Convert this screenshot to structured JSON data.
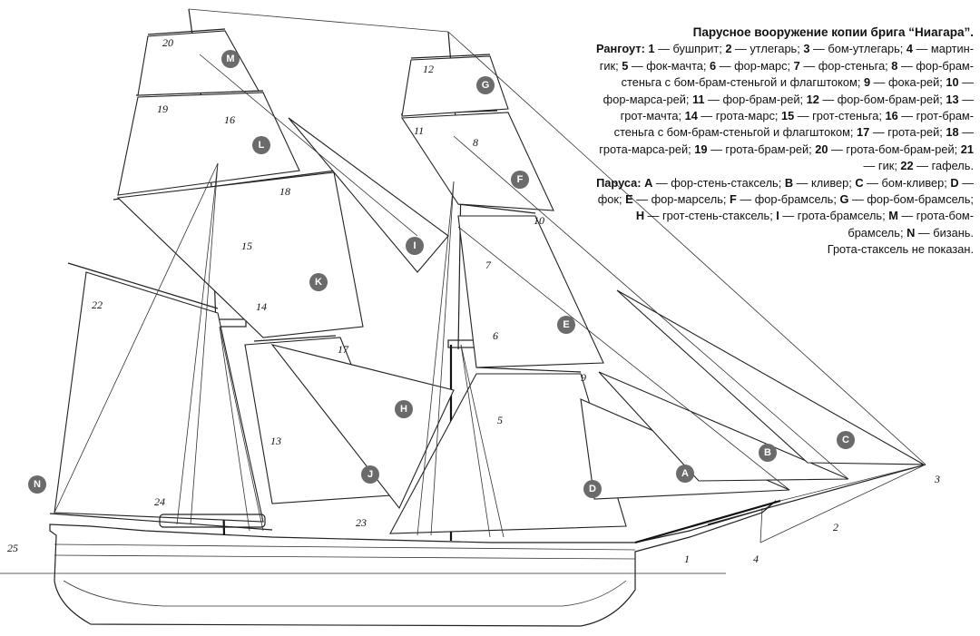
{
  "legend": {
    "title": "Парусное вооружение копии брига “Ниагара”.",
    "spars_heading": "Рангоут:",
    "spars": [
      {
        "k": "1",
        "v": "бушприт"
      },
      {
        "k": "2",
        "v": "утлегарь"
      },
      {
        "k": "3",
        "v": "бом-утлегарь"
      },
      {
        "k": "4",
        "v": "мартин-гик"
      },
      {
        "k": "5",
        "v": "фок-мачта"
      },
      {
        "k": "6",
        "v": "фор-марс"
      },
      {
        "k": "7",
        "v": "фор-стеньга"
      },
      {
        "k": "8",
        "v": "фор-брам-стеньга с бом-брам-стеньгой и флагштоком"
      },
      {
        "k": "9",
        "v": "фока-рей"
      },
      {
        "k": "10",
        "v": "фор-марса-рей"
      },
      {
        "k": "11",
        "v": "фор-брам-рей"
      },
      {
        "k": "12",
        "v": "фор-бом-брам-рей"
      },
      {
        "k": "13",
        "v": "грот-мачта"
      },
      {
        "k": "14",
        "v": "грота-марс"
      },
      {
        "k": "15",
        "v": "грот-стеньга"
      },
      {
        "k": "16",
        "v": "грот-брам-стеньга с бом-брам-стеньгой и флагштоком"
      },
      {
        "k": "17",
        "v": "грота-рей"
      },
      {
        "k": "18",
        "v": "грота-марса-рей"
      },
      {
        "k": "19",
        "v": "грота-брам-рей"
      },
      {
        "k": "20",
        "v": "грота-бом-брам-рей"
      },
      {
        "k": "21",
        "v": "гик"
      },
      {
        "k": "22",
        "v": "гафель"
      }
    ],
    "sails_heading": "Паруса:",
    "sails": [
      {
        "k": "A",
        "v": "фор-стень-стаксель"
      },
      {
        "k": "B",
        "v": "кливер"
      },
      {
        "k": "C",
        "v": "бом-кливер"
      },
      {
        "k": "D",
        "v": "фок"
      },
      {
        "k": "E",
        "v": "фор-марсель"
      },
      {
        "k": "F",
        "v": "фор-брамсель"
      },
      {
        "k": "G",
        "v": "фор-бом-брамсель"
      },
      {
        "k": "H",
        "v": "грот-стень-стаксель"
      },
      {
        "k": "I",
        "v": "грота-брамсель"
      },
      {
        "k": "M",
        "v": "грота-бом-брамсель"
      },
      {
        "k": "N",
        "v": "бизань"
      }
    ],
    "note": "Грота-стаксель не показан."
  },
  "diagram": {
    "spar_labels": [
      "1",
      "2",
      "3",
      "4",
      "5",
      "6",
      "7",
      "8",
      "9",
      "10",
      "11",
      "12",
      "13",
      "14",
      "15",
      "16",
      "17",
      "18",
      "19",
      "20",
      "22",
      "23",
      "24",
      "25"
    ],
    "sail_badges": [
      "A",
      "B",
      "C",
      "D",
      "E",
      "F",
      "G",
      "H",
      "I",
      "J",
      "K",
      "L",
      "M",
      "N"
    ]
  },
  "colors": {
    "ink": "#222222",
    "badge": "#6b6b6b",
    "paper": "#ffffff"
  }
}
